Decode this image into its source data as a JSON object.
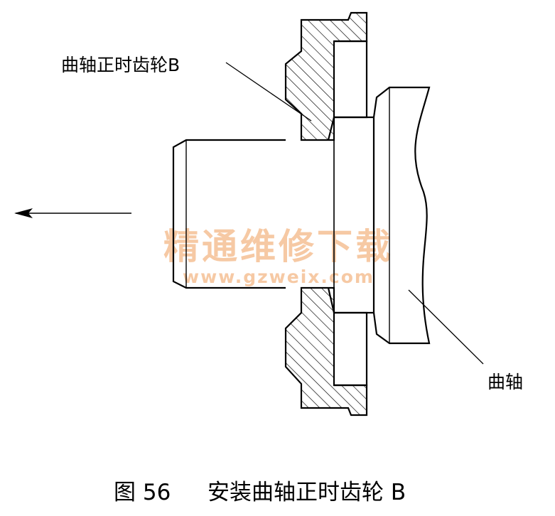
{
  "labels": {
    "gear": "曲轴正时齿轮B",
    "crankshaft": "曲轴"
  },
  "watermark": {
    "cn": "精通维修下载",
    "url": "www.gzweix.com",
    "color": "#f6c9a4"
  },
  "caption": {
    "number": "图 56",
    "text": "安装曲轴正时齿轮 B"
  }
}
